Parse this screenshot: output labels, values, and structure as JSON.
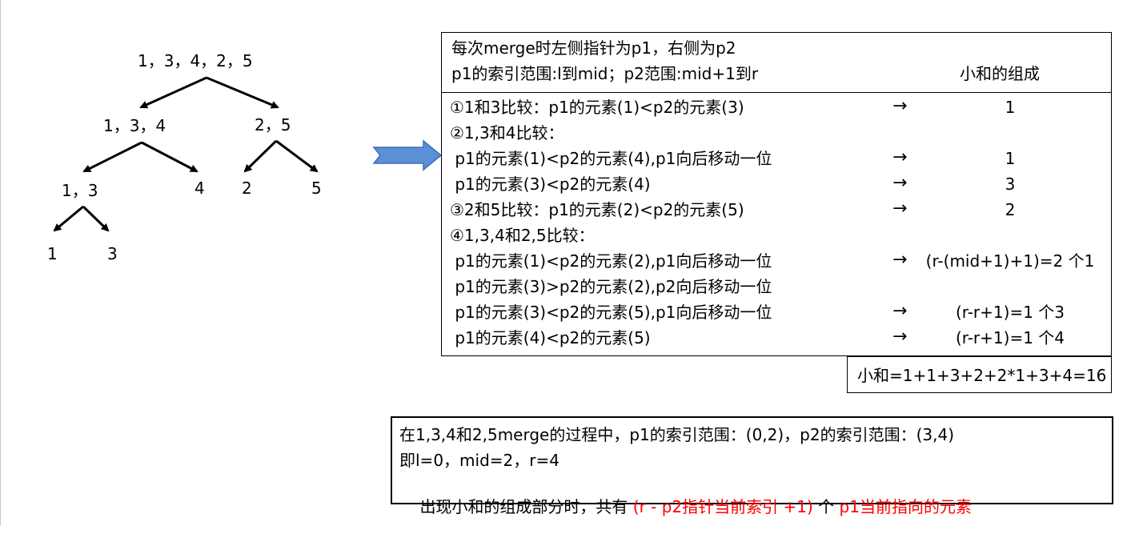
{
  "tree": {
    "root": "1，3，4，2，5",
    "left": "1，3，4",
    "right": "2，5",
    "left_left": "1，3",
    "left_right": "4",
    "right_left": "2",
    "right_right": "5",
    "leaf_a": "1",
    "leaf_b": "3"
  },
  "header": {
    "line1": "每次merge时左侧指针为p1，右侧为p2",
    "line2": "p1的索引范围:l到mid；p2范围:mid+1到r",
    "col_title": "小和的组成"
  },
  "steps": [
    {
      "text": "①1和3比较：p1的元素(1)<p2的元素(3)",
      "arrow": "→",
      "result": "1"
    },
    {
      "text": "②1,3和4比较：",
      "arrow": "",
      "result": ""
    },
    {
      "text": " p1的元素(1)<p2的元素(4),p1向后移动一位",
      "arrow": "→",
      "result": "1"
    },
    {
      "text": " p1的元素(3)<p2的元素(4)",
      "arrow": "→",
      "result": "3"
    },
    {
      "text": "③2和5比较：p1的元素(2)<p2的元素(5)",
      "arrow": "→",
      "result": "2"
    },
    {
      "text": "④1,3,4和2,5比较：",
      "arrow": "",
      "result": ""
    },
    {
      "text": " p1的元素(1)<p2的元素(2),p1向后移动一位",
      "arrow": "→",
      "result": "(r-(mid+1)+1)=2 个1"
    },
    {
      "text": " p1的元素(3)>p2的元素(2),p2向后移动一位",
      "arrow": "",
      "result": ""
    },
    {
      "text": " p1的元素(3)<p2的元素(5),p1向后移动一位",
      "arrow": "→",
      "result": "(r-r+1)=1 个3"
    },
    {
      "text": " p1的元素(4)<p2的元素(5)",
      "arrow": "→",
      "result": "(r-r+1)=1 个4"
    }
  ],
  "sum": "小和=1+1+3+2+2*1+3+4=16",
  "note": {
    "line1": "在1,3,4和2,5merge的过程中，p1的索引范围：(0,2)，p2的索引范围：(3,4)",
    "line2": "即l=0，mid=2，r=4",
    "line3_prefix": "出现小和的组成部分时，共有 ",
    "line3_red1": "(r - p2指针当前索引 +1)",
    "line3_mid": " 个 ",
    "line3_red2": "p1当前指向的元素"
  },
  "colors": {
    "arrow_fill": "#5b8fd6",
    "arrow_stroke": "#3d6fb4",
    "highlight": "#ff0000"
  }
}
